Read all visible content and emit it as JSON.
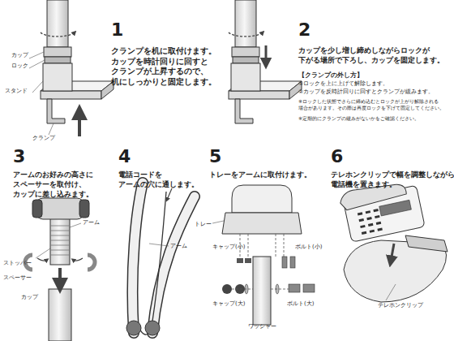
{
  "diagram": {
    "labels": [
      "1",
      "クランプを机に取付けます。 カップを時計回りに回すと クランプが上昇するので、 机にしっかりと固定します。",
      "カップ",
      "ロック",
      "スタンド",
      "クランプ",
      "2",
      "カップを少し増し締めしながらロックが 下がる場所で下ろし、カップを固定します。",
      "【クランプの外し方】",
      "①ロックを上に上げて解除します。",
      "②カップを反時計回りに回すとクランプが緩みます。",
      "※ロックした状態でさらに締め込むとロックが上がり解除される 場合があります。その際は再度ロックを下げて固定してください。",
      "※定期的にクランプの緩みがないかをご確認ください。",
      "3",
      "アームのお好みの高さに スペーサーを取付け、 カップに差し込みます。",
      "アーム",
      "ストッパー",
      "スペーサー",
      "カップ",
      "4",
      "電話コードを アームの穴に通します。",
      "アーム",
      "5",
      "トレーをアームに取付けます。",
      "トレー",
      "キャップ(小)",
      "ボルト(小)",
      "キャップ(大)",
      "ボルト(大)",
      "ワッシャー",
      "6",
      "テレホンクリップで幅を調整しながら 電話機を置きます。",
      "テレホンクリップ"
    ]
  }
}
